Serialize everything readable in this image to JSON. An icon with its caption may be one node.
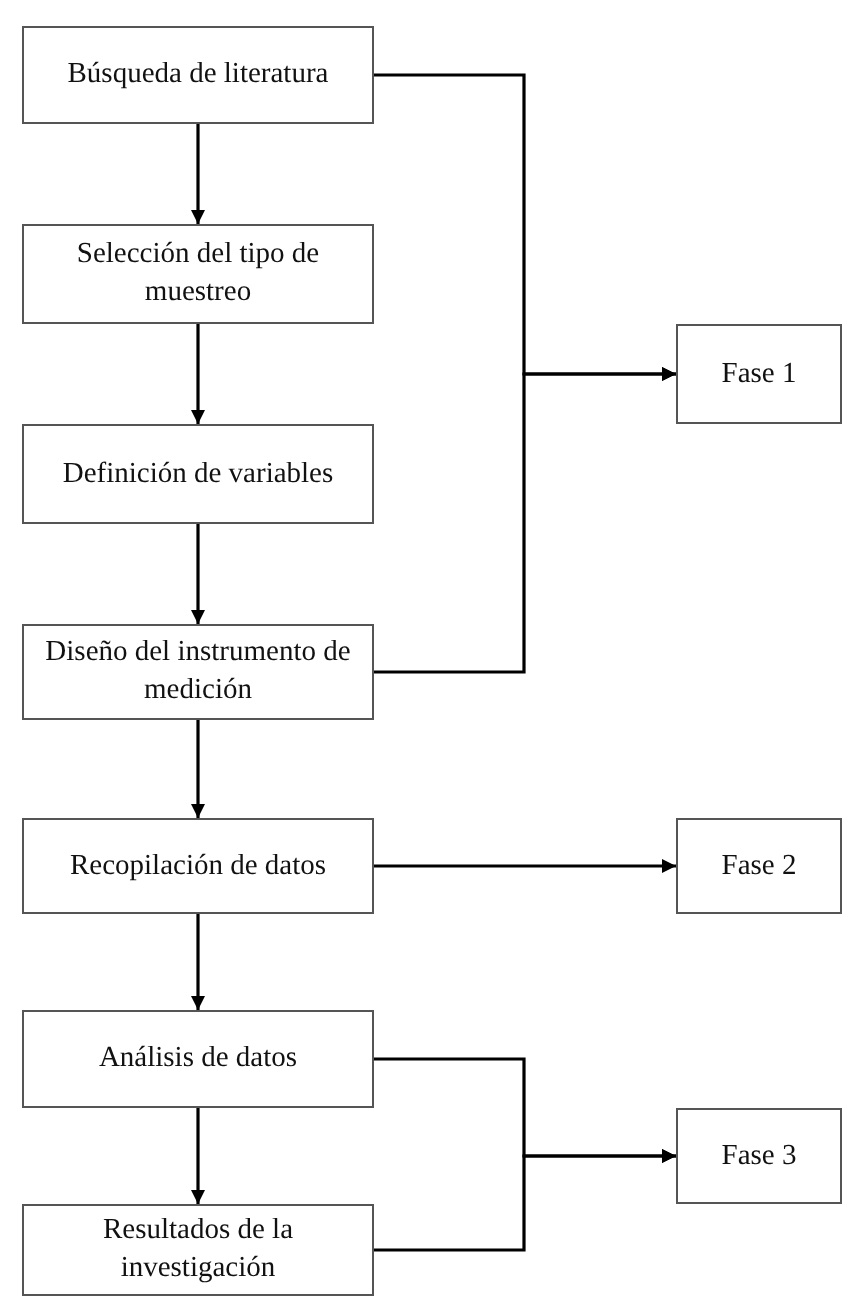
{
  "diagram": {
    "nodes": [
      {
        "text": [
          "Búsqueda de literatura"
        ]
      },
      {
        "text": [
          "Selección del tipo de muestreo"
        ]
      },
      {
        "text": [
          "Definición de variables"
        ]
      },
      {
        "text": [
          "Diseño del instrumento de medición"
        ]
      },
      {
        "text": [
          "Recopilación de datos"
        ]
      },
      {
        "text": [
          "Análisis de datos"
        ]
      },
      {
        "text": [
          "Resultados de la investigación"
        ]
      },
      {
        "text": [
          "Fase 1"
        ]
      },
      {
        "text": [
          "Fase 2"
        ]
      },
      {
        "text": [
          "Fase 3"
        ]
      }
    ],
    "edges": [
      {
        "from": 0,
        "to": 1,
        "arrow": "to"
      },
      {
        "from": 1,
        "to": 2,
        "arrow": "to"
      },
      {
        "from": 2,
        "to": 3,
        "arrow": "to"
      },
      {
        "from": 3,
        "to": 4,
        "arrow": "to"
      },
      {
        "from": 4,
        "to": 5,
        "arrow": "to"
      },
      {
        "from": 5,
        "to": 6,
        "arrow": "to"
      },
      {
        "from": 0,
        "to": 7,
        "arrow": "to"
      },
      {
        "from": 3,
        "to": 7,
        "arrow": "to"
      },
      {
        "from": 4,
        "to": 8,
        "arrow": "to"
      },
      {
        "from": 5,
        "to": 9,
        "arrow": "to"
      },
      {
        "from": 6,
        "to": 9,
        "arrow": "to"
      }
    ]
  }
}
